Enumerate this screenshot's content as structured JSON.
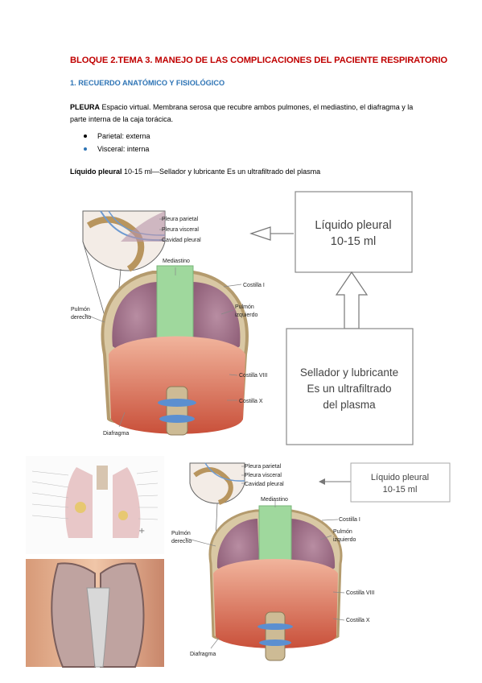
{
  "document": {
    "title": "BLOQUE 2.TEMA 3. MANEJO DE LAS COMPLICACIONES DEL PACIENTE RESPIRATORIO",
    "subtitle": "1. RECUERDO ANATÓMICO Y FISIOLÓGICO",
    "pleura_term": "PLEURA",
    "pleura_definition": " Espacio virtual. Membrana serosa que recubre ambos pulmones, el mediastino, el diafragma y la parte interna de la caja torácica.",
    "bullets": [
      {
        "text": "Parietal: externa",
        "color": "#000000"
      },
      {
        "text": "Visceral: interna",
        "color": "#2e74b5"
      }
    ],
    "liquid_term": "Líquido pleural",
    "liquid_text": " 10-15 ml—Sellador y lubricante Es un ultrafiltrado del plasma"
  },
  "figure_top": {
    "callout_top": {
      "line1": "Líquido pleural",
      "line2": "10-15 ml"
    },
    "callout_bottom": {
      "line1": "Sellador y lubricante",
      "line2": "Es un ultrafiltrado",
      "line3": "del plasma"
    },
    "labels": {
      "pleura_parietal": "Pleura parietal",
      "pleura_visceral": "Pleura visceral",
      "cavidad_pleural": "Cavidad pleural",
      "mediastino": "Mediastino",
      "costilla_i": "Costilla I",
      "pulmon_derecho_1": "Pulmón",
      "pulmon_derecho_2": "derecho",
      "pulmon_izquierdo_1": "Pulmón",
      "pulmon_izquierdo_2": "izquierdo",
      "costilla_viii": "Costilla VIII",
      "costilla_x": "Costilla X",
      "diafragma": "Diafragma"
    }
  },
  "figure_bottom": {
    "callout": {
      "line1": "Líquido pleural",
      "line2": "10-15 ml"
    },
    "labels": {
      "pleura_parietal": "Pleura parietal",
      "pleura_visceral": "Pleura visceral",
      "cavidad_pleural": "Cavidad pleural",
      "mediastino": "Mediastino",
      "costilla_i": "Costilla I",
      "pulmon_derecho_1": "Pulmón",
      "pulmon_derecho_2": "derecho",
      "pulmon_izquierdo_1": "Pulmón",
      "pulmon_izquierdo_2": "izquierdo",
      "costilla_viii": "Costilla VIII",
      "costilla_x": "Costilla X",
      "diafragma": "Diafragma"
    }
  }
}
